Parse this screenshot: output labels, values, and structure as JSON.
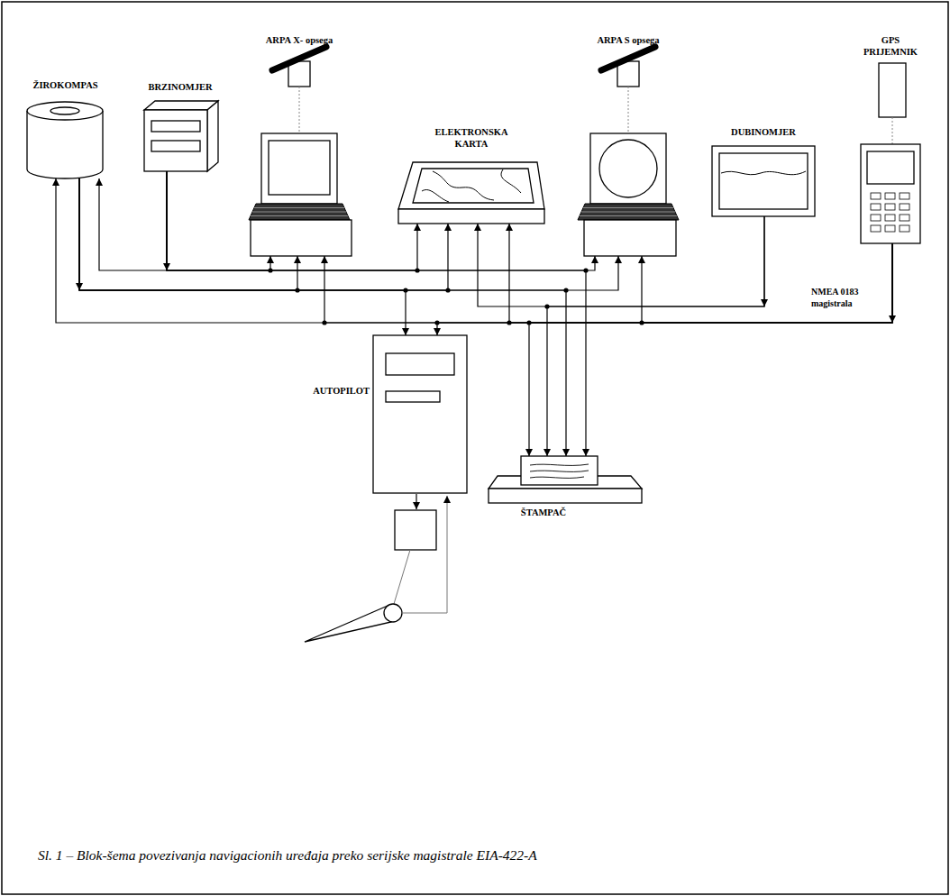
{
  "diagram": {
    "caption": "Sl. 1 – Blok-šema povezivanja navigacionih uređaja preko serijske magistrale EIA-422-A",
    "nodes": [
      {
        "text": [
          "ŽIROKOMPAS"
        ]
      },
      {
        "text": [
          "BRZINOMJER"
        ]
      },
      {
        "text": [
          "ARPA X- opsega"
        ]
      },
      {
        "text": [
          "ELEKTRONSKA KARTA"
        ]
      },
      {
        "text": [
          "ARPA S opsega"
        ]
      },
      {
        "text": [
          "DUBINOMJER"
        ]
      },
      {
        "text": [
          "GPS PRIJEMNIK"
        ]
      },
      {
        "text": [
          "AUTOPILOT"
        ]
      },
      {
        "text": [
          "ŠTAMPAČ"
        ]
      }
    ],
    "edges": [
      {
        "from": 1,
        "to": 0,
        "arrow": "to"
      },
      {
        "from": 1,
        "to": 2,
        "arrow": "to"
      },
      {
        "from": 1,
        "to": 3,
        "arrow": "to"
      },
      {
        "from": 1,
        "to": 4,
        "arrow": "to"
      },
      {
        "from": 1,
        "to": 8,
        "arrow": "to"
      },
      {
        "from": 0,
        "to": 2,
        "arrow": "to"
      },
      {
        "from": 0,
        "to": 7,
        "arrow": "to"
      },
      {
        "from": 0,
        "to": 3,
        "arrow": "to"
      },
      {
        "from": 0,
        "to": 4,
        "arrow": "to"
      },
      {
        "from": 0,
        "to": 8,
        "arrow": "to"
      },
      {
        "from": 5,
        "to": 3,
        "arrow": "to"
      },
      {
        "from": 5,
        "to": 8,
        "arrow": "to"
      },
      {
        "from": 6,
        "to": 0,
        "arrow": "to"
      },
      {
        "from": 6,
        "to": 2,
        "arrow": "to"
      },
      {
        "from": 6,
        "to": 7,
        "arrow": "to"
      },
      {
        "from": 6,
        "to": 3,
        "arrow": "to"
      },
      {
        "from": 6,
        "to": 4,
        "arrow": "to"
      },
      {
        "from": 6,
        "to": 8,
        "arrow": "to"
      }
    ],
    "labels": [
      "NMEA 0183 magistrala"
    ]
  }
}
